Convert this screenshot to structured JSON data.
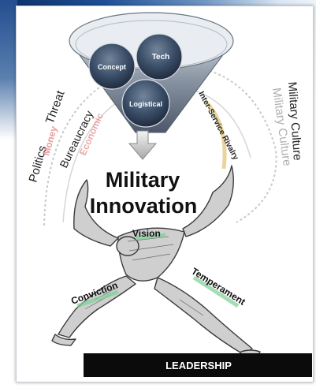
{
  "funnel": {
    "circles": {
      "concept": "Concept",
      "tech": "Tech",
      "logistical": "Logistical"
    }
  },
  "title": {
    "line1": "Military",
    "line2": "Innovation"
  },
  "pressures_left": {
    "politics": "Politics",
    "threat": "Threat",
    "bureaucracy": "Bureaucracy",
    "faded_red_1": "Money",
    "faded_red_2": "Economic"
  },
  "pressures_right": {
    "inter_service": "Inter-Service Rivalry",
    "military_culture_dark": "Military Culture",
    "military_culture_faded": "Military Culture"
  },
  "traits": {
    "vision": "Vision",
    "conviction": "Conviction",
    "temperament": "Temperament"
  },
  "base_label": "LEADERSHIP",
  "colors": {
    "banner_dark": "#0e2e66",
    "funnel_fill": "#6c7c8e",
    "circle_fill": "#364a63",
    "title_text": "#111111",
    "red_faded": "#e07b7b",
    "yellow_stroke": "#c8a23a",
    "green_stroke": "#4fb66c",
    "base_bar": "#0b0b0b"
  }
}
